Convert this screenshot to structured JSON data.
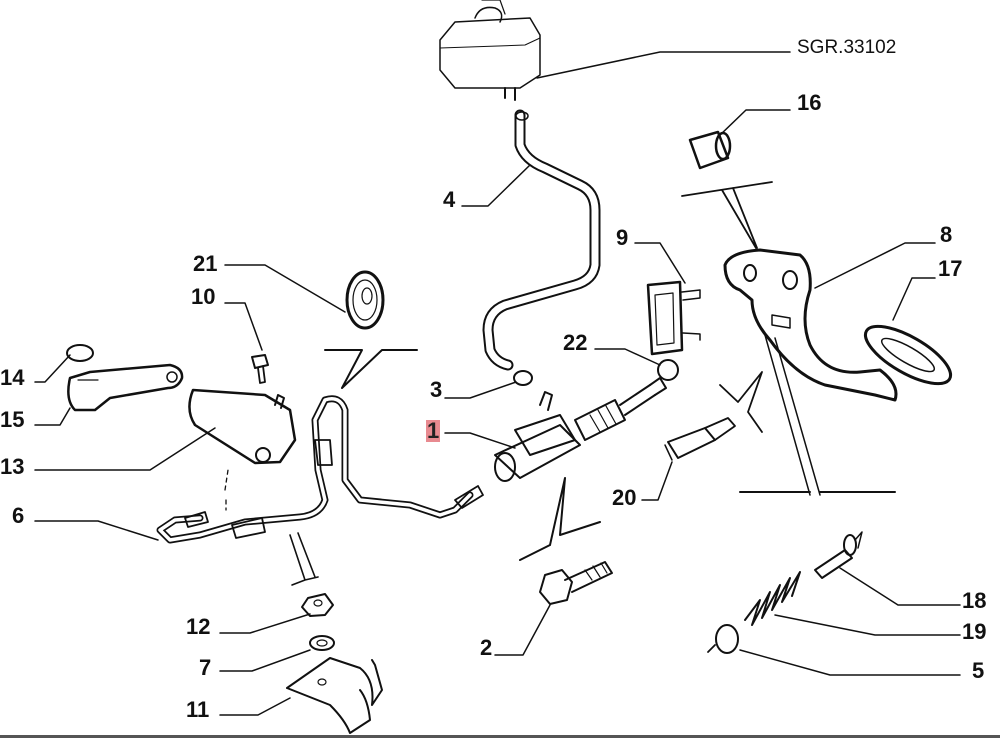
{
  "diagram": {
    "type": "exploded-parts-diagram",
    "reference_code": "SGR.33102",
    "highlighted_part": "1",
    "colors": {
      "line": "#111111",
      "highlight": "#e88a90",
      "background": "#ffffff"
    },
    "callouts": [
      {
        "id": "c1",
        "label": "1"
      },
      {
        "id": "c2",
        "label": "2"
      },
      {
        "id": "c3",
        "label": "3"
      },
      {
        "id": "c4",
        "label": "4"
      },
      {
        "id": "c5",
        "label": "5"
      },
      {
        "id": "c6",
        "label": "6"
      },
      {
        "id": "c7",
        "label": "7"
      },
      {
        "id": "c8",
        "label": "8"
      },
      {
        "id": "c9",
        "label": "9"
      },
      {
        "id": "c10",
        "label": "10"
      },
      {
        "id": "c11",
        "label": "11"
      },
      {
        "id": "c12",
        "label": "12"
      },
      {
        "id": "c13",
        "label": "13"
      },
      {
        "id": "c14",
        "label": "14"
      },
      {
        "id": "c15",
        "label": "15"
      },
      {
        "id": "c16",
        "label": "16"
      },
      {
        "id": "c17",
        "label": "17"
      },
      {
        "id": "c18",
        "label": "18"
      },
      {
        "id": "c19",
        "label": "19"
      },
      {
        "id": "c20",
        "label": "20"
      },
      {
        "id": "c21",
        "label": "21"
      },
      {
        "id": "c22",
        "label": "22"
      }
    ]
  }
}
